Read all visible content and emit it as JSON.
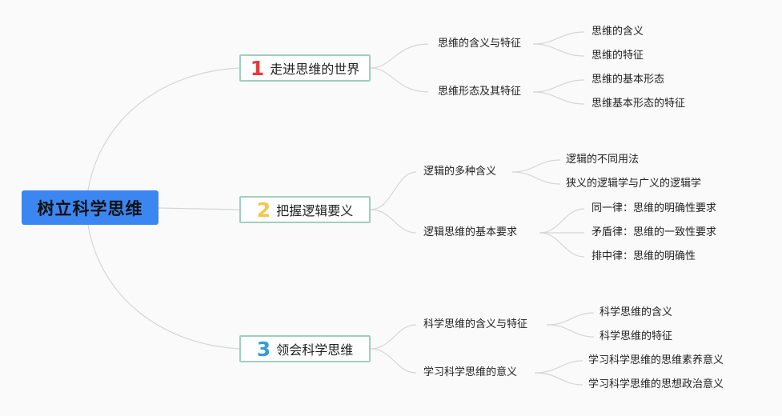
{
  "root": {
    "label": "树立科学思维"
  },
  "branches": [
    {
      "number": "1",
      "label": "走进思维的世界",
      "color": "#e23d3d"
    },
    {
      "number": "2",
      "label": "把握逻辑要义",
      "color": "#f2c84b"
    },
    {
      "number": "3",
      "label": "领会科学思维",
      "color": "#2f9de0"
    }
  ],
  "subtopics": [
    {
      "label": "思维的含义与特征",
      "children": [
        "思维的含义",
        "思维的特征"
      ]
    },
    {
      "label": "思维形态及其特征",
      "children": [
        "思维的基本形态",
        "思维基本形态的特征"
      ]
    },
    {
      "label": "逻辑的多种含义",
      "children": [
        "逻辑的不同用法",
        "狭义的逻辑学与广义的逻辑学"
      ]
    },
    {
      "label": "逻辑思维的基本要求",
      "children": [
        "同一律：思维的明确性要求",
        "矛盾律：思维的一致性要求",
        "排中律：思维的明确性"
      ]
    },
    {
      "label": "科学思维的含义与特征",
      "children": [
        "科学思维的含义",
        "科学思维的特征"
      ]
    },
    {
      "label": "学习科学思维的意义",
      "children": [
        "学习科学思维的思维素养意义",
        "学习科学思维的思想政治意义"
      ]
    }
  ]
}
